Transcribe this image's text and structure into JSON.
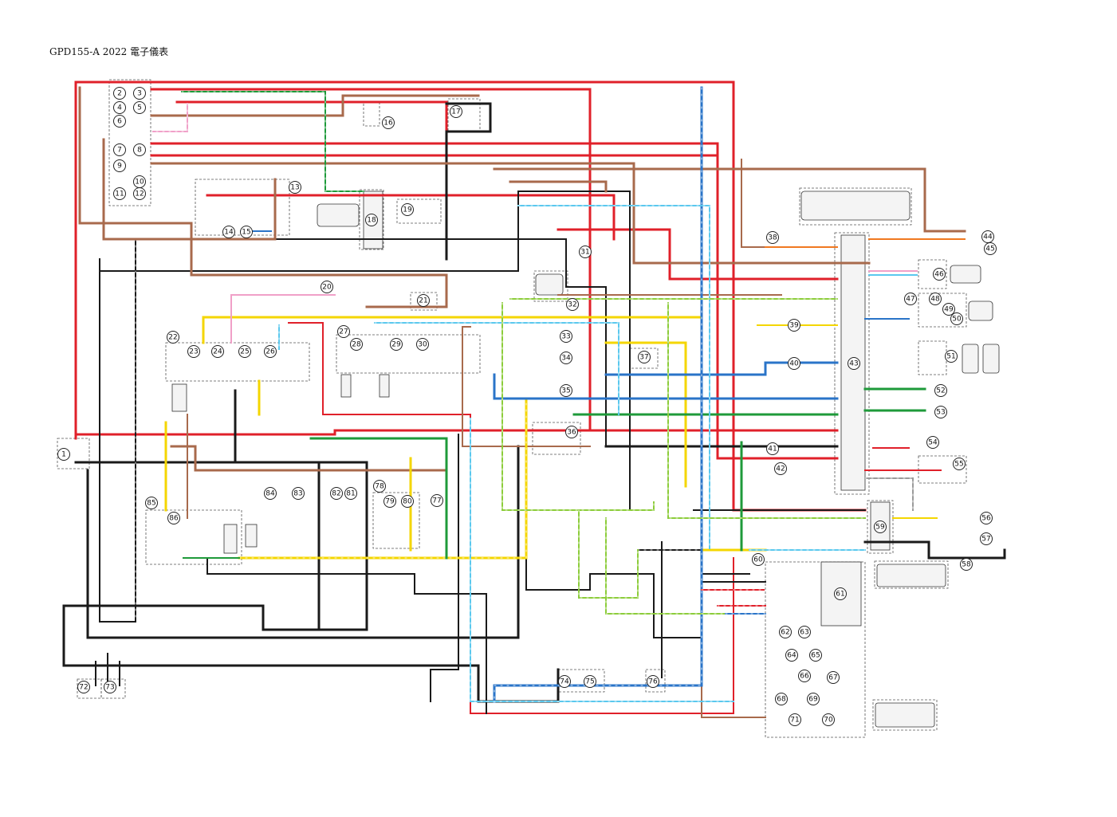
{
  "page": {
    "title": "GPD155-A 2022 電子儀表"
  },
  "colors": {
    "red": "#e0202a",
    "black": "#1a1a1a",
    "brown": "#a86a4c",
    "yellow": "#f4d600",
    "green": "#1e9a3a",
    "blue": "#2a74c8",
    "sky": "#5ac8ee",
    "pink": "#f0a0c8",
    "light_green": "#8ccc3a",
    "orange": "#f07820",
    "gray": "#9a9a9a"
  },
  "component_labels": [
    "1",
    "2",
    "3",
    "4",
    "5",
    "6",
    "7",
    "8",
    "9",
    "10",
    "11",
    "12",
    "13",
    "14",
    "15",
    "16",
    "17",
    "18",
    "19",
    "20",
    "21",
    "22",
    "23",
    "24",
    "25",
    "26",
    "27",
    "28",
    "29",
    "30",
    "31",
    "32",
    "33",
    "34",
    "35",
    "36",
    "37",
    "38",
    "39",
    "40",
    "41",
    "42",
    "43",
    "44",
    "45",
    "46",
    "47",
    "48",
    "49",
    "50",
    "51",
    "52",
    "53",
    "54",
    "55",
    "56",
    "57",
    "58",
    "59",
    "60",
    "61",
    "62",
    "63",
    "64",
    "65",
    "66",
    "67",
    "68",
    "69",
    "70",
    "71",
    "72",
    "73",
    "74",
    "75",
    "76",
    "77",
    "78",
    "79",
    "80",
    "81",
    "82",
    "83",
    "84",
    "85",
    "86"
  ]
}
